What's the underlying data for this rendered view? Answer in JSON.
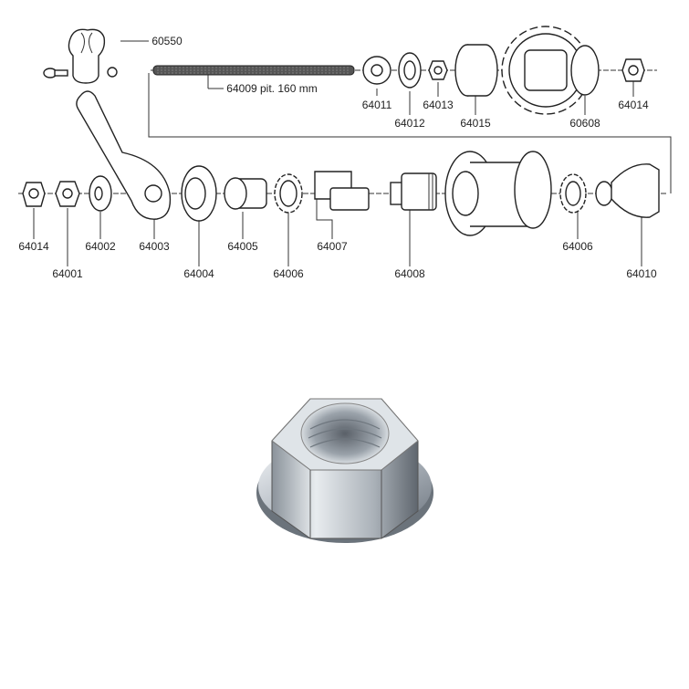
{
  "diagram": {
    "type": "exploded-parts-diagram",
    "callouts": [
      {
        "id": "60550",
        "text": "60550"
      },
      {
        "id": "64009",
        "text": "64009 pit. 160 mm"
      },
      {
        "id": "64011",
        "text": "64011"
      },
      {
        "id": "64012",
        "text": "64012"
      },
      {
        "id": "64013",
        "text": "64013"
      },
      {
        "id": "64015",
        "text": "64015"
      },
      {
        "id": "60608",
        "text": "60608"
      },
      {
        "id": "64014-top",
        "text": "64014"
      },
      {
        "id": "64014",
        "text": "64014"
      },
      {
        "id": "64001",
        "text": "64001"
      },
      {
        "id": "64002",
        "text": "64002"
      },
      {
        "id": "64003",
        "text": "64003"
      },
      {
        "id": "64004",
        "text": "64004"
      },
      {
        "id": "64005",
        "text": "64005"
      },
      {
        "id": "64006",
        "text": "64006"
      },
      {
        "id": "64007",
        "text": "64007"
      },
      {
        "id": "64008",
        "text": "64008"
      },
      {
        "id": "64006-right",
        "text": "64006"
      },
      {
        "id": "64010",
        "text": "64010"
      }
    ]
  },
  "photo": {
    "subject": "flanged-hex-axle-nut",
    "color": "#c9ced3"
  }
}
